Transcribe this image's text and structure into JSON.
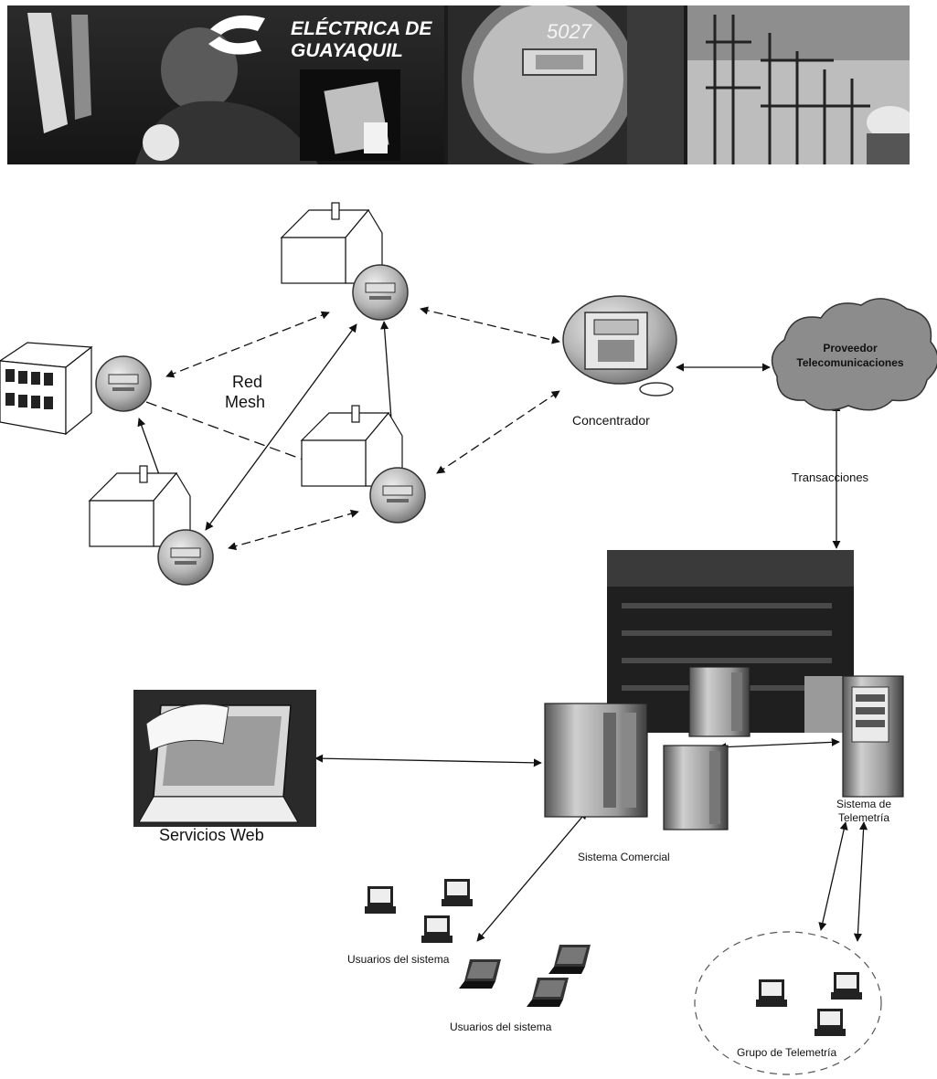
{
  "banner": {
    "logo_line1": "ELÉCTRICA DE",
    "logo_line2": "GUAYAQUIL",
    "meter_number": "5027"
  },
  "labels": {
    "red_mesh_line1": "Red",
    "red_mesh_line2": "Mesh",
    "concentrador": "Concentrador",
    "proveedor_line1": "Proveedor",
    "proveedor_line2": "Telecomunicaciones",
    "transacciones": "Transacciones",
    "servicios_web": "Servicios Web",
    "sistema_comercial": "Sistema Comercial",
    "sistema_telemetria_line1": "Sistema de",
    "sistema_telemetria_line2": "Telemetría",
    "usuarios_1": "Usuarios del sistema",
    "usuarios_2": "Usuarios del sistema",
    "grupo_telemetria": "Grupo de Telemetría"
  }
}
